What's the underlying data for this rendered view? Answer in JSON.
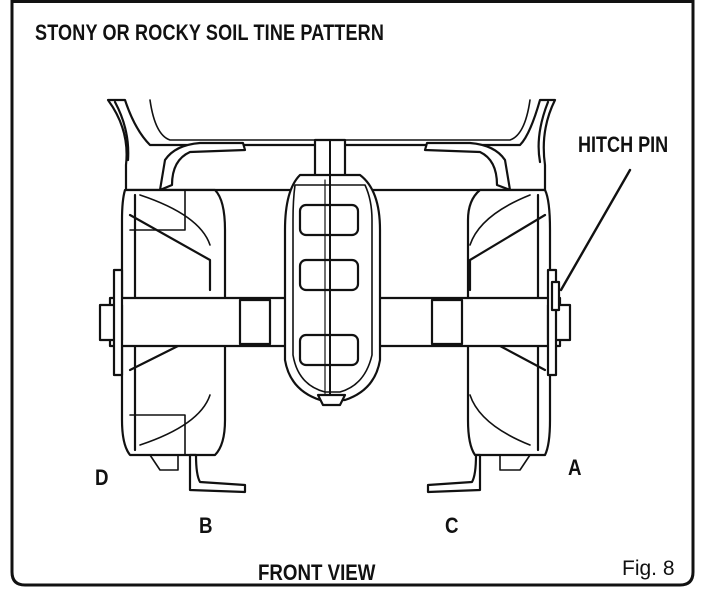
{
  "title": "STONY OR ROCKY SOIL TINE PATTERN",
  "labels": {
    "hitch_pin": "HITCH PIN",
    "a": "A",
    "b": "B",
    "c": "C",
    "d": "D",
    "view": "FRONT VIEW",
    "figure": "Fig. 8"
  }
}
